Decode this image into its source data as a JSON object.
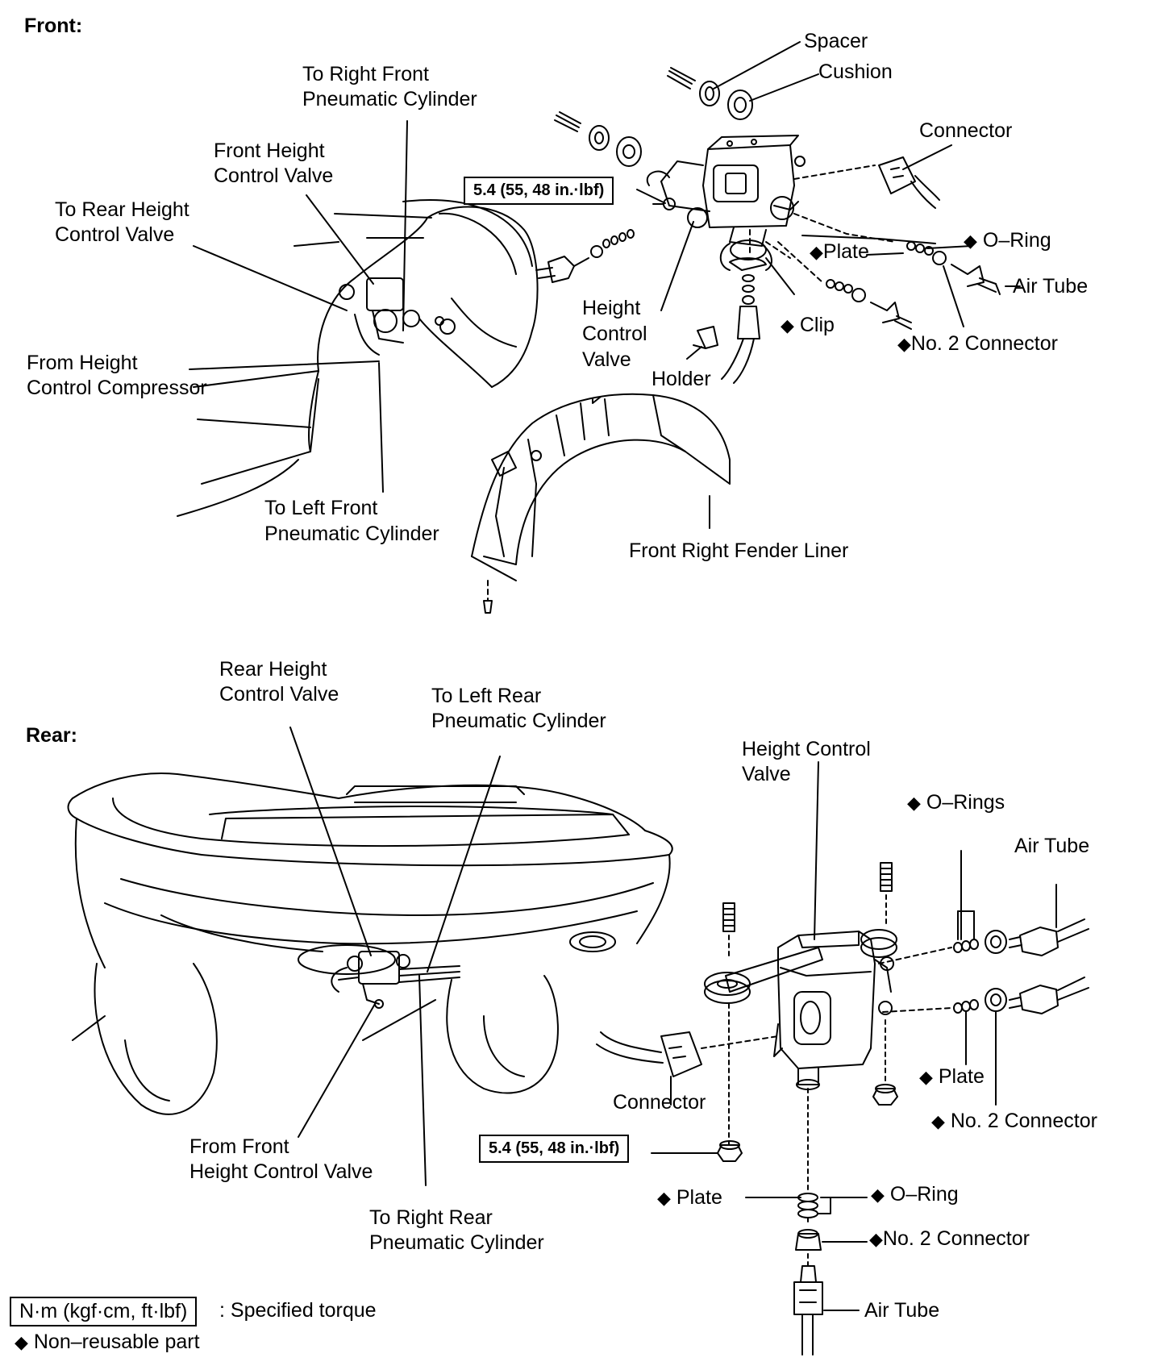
{
  "sections": {
    "front": "Front:",
    "rear": "Rear:"
  },
  "front_labels": {
    "spacer": "Spacer",
    "cushion": "Cushion",
    "to_right_front_1": "To Right Front",
    "to_right_front_2": "Pneumatic Cylinder",
    "connector": "Connector",
    "front_hcv_1": "Front Height",
    "front_hcv_2": "Control Valve",
    "torque": "5.4 (55, 48 in.·lbf)",
    "to_rear_hcv_1": "To Rear Height",
    "to_rear_hcv_2": "Control Valve",
    "plate": "Plate",
    "o_ring": "O–Ring",
    "air_tube": "Air Tube",
    "hcv_1": "Height",
    "hcv_2": "Control",
    "hcv_3": "Valve",
    "clip": "Clip",
    "no2_connector": "No. 2 Connector",
    "from_compressor_1": "From Height",
    "from_compressor_2": "Control Compressor",
    "holder": "Holder",
    "to_left_front_1": "To Left Front",
    "to_left_front_2": "Pneumatic Cylinder",
    "fender_liner": "Front Right Fender Liner"
  },
  "rear_labels": {
    "rear_hcv_1": "Rear Height",
    "rear_hcv_2": "Control Valve",
    "to_left_rear_1": "To Left Rear",
    "to_left_rear_2": "Pneumatic Cylinder",
    "hcv_1": "Height Control",
    "hcv_2": "Valve",
    "o_rings": "O–Rings",
    "air_tube_top": "Air Tube",
    "plate_right": "Plate",
    "no2_connector_right": "No. 2 Connector",
    "connector": "Connector",
    "torque": "5.4 (55, 48 in.·lbf)",
    "from_front_1": "From Front",
    "from_front_2": "Height Control Valve",
    "plate_bottom": "Plate",
    "o_ring_bottom": "O–Ring",
    "no2_connector_bottom": "No. 2 Connector",
    "to_right_rear_1": "To Right Rear",
    "to_right_rear_2": "Pneumatic Cylinder",
    "air_tube_bottom": "Air Tube"
  },
  "legend": {
    "torque_unit": "N·m (kgf·cm, ft·lbf)",
    "torque_desc": ": Specified torque",
    "nonreusable": "Non–reusable part"
  },
  "symbols": {
    "diamond": "◆"
  }
}
